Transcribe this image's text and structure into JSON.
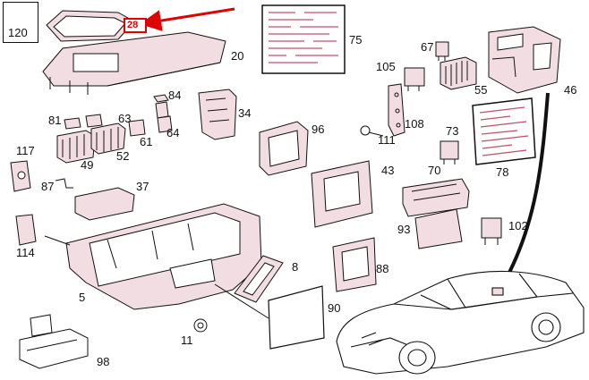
{
  "diagram": {
    "callouts": [
      {
        "id": "c120",
        "label": "120"
      },
      {
        "id": "c28",
        "label": "28"
      },
      {
        "id": "c75",
        "label": "75"
      },
      {
        "id": "c20",
        "label": "20"
      },
      {
        "id": "c67",
        "label": "67"
      },
      {
        "id": "c105",
        "label": "105"
      },
      {
        "id": "c55",
        "label": "55"
      },
      {
        "id": "c46",
        "label": "46"
      },
      {
        "id": "c84",
        "label": "84"
      },
      {
        "id": "c34",
        "label": "34"
      },
      {
        "id": "c81",
        "label": "81"
      },
      {
        "id": "c63",
        "label": "63"
      },
      {
        "id": "c61",
        "label": "61"
      },
      {
        "id": "c64",
        "label": "64"
      },
      {
        "id": "c96",
        "label": "96"
      },
      {
        "id": "c108",
        "label": "108"
      },
      {
        "id": "c111",
        "label": "111"
      },
      {
        "id": "c73",
        "label": "73"
      },
      {
        "id": "c117",
        "label": "117"
      },
      {
        "id": "c49",
        "label": "49"
      },
      {
        "id": "c52",
        "label": "52"
      },
      {
        "id": "c70",
        "label": "70"
      },
      {
        "id": "c78",
        "label": "78"
      },
      {
        "id": "c87",
        "label": "87"
      },
      {
        "id": "c37",
        "label": "37"
      },
      {
        "id": "c43",
        "label": "43"
      },
      {
        "id": "c114",
        "label": "114"
      },
      {
        "id": "c93",
        "label": "93"
      },
      {
        "id": "c102",
        "label": "102"
      },
      {
        "id": "c5",
        "label": "5"
      },
      {
        "id": "c8",
        "label": "8"
      },
      {
        "id": "c88",
        "label": "88"
      },
      {
        "id": "c90",
        "label": "90"
      },
      {
        "id": "c11",
        "label": "11"
      },
      {
        "id": "c98",
        "label": "98"
      }
    ],
    "highlight_color": "#e00000",
    "line_color": "#111111",
    "part_fill": "#f2dde3",
    "part_accent": "#c0506a"
  }
}
